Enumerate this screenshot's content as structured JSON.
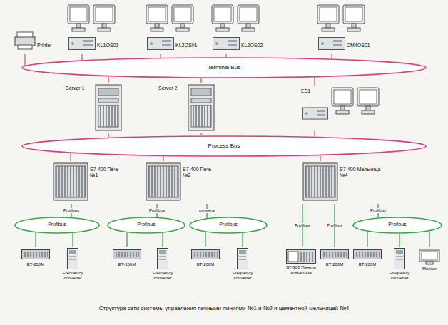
{
  "diagram": {
    "caption": "Структура сети системы управления печными линиями №1 и №2 и цементной мельницей №4",
    "nodes": [
      {
        "text": [
          "Printer"
        ]
      },
      {
        "text": [
          "KL1OS01"
        ]
      },
      {
        "text": [
          "KL2OS01"
        ]
      },
      {
        "text": [
          "KL2OS02"
        ]
      },
      {
        "text": [
          "CM4OS01"
        ]
      },
      {
        "text": [
          "Terminal Bus"
        ]
      },
      {
        "text": [
          "Server 1"
        ]
      },
      {
        "text": [
          "Server 2"
        ]
      },
      {
        "text": [
          "ES1"
        ]
      },
      {
        "text": [
          "Process Bus"
        ]
      },
      {
        "text": [
          "S7-400 Печь №1"
        ]
      },
      {
        "text": [
          "S7-400 Печь №2"
        ]
      },
      {
        "text": [
          "S7-400 Мельница №4"
        ]
      },
      {
        "text": [
          "Profibus"
        ]
      },
      {
        "text": [
          "Profibus"
        ]
      },
      {
        "text": [
          "Profibus"
        ]
      },
      {
        "text": [
          "Profibus"
        ]
      },
      {
        "text": [
          "ET-200M"
        ]
      },
      {
        "text": [
          "Frequency converter"
        ]
      },
      {
        "text": [
          "ET-200M"
        ]
      },
      {
        "text": [
          "Frequency converter"
        ]
      },
      {
        "text": [
          "ET-200M"
        ]
      },
      {
        "text": [
          "Frequency converter"
        ]
      },
      {
        "text": [
          "S7-300 Панель оператора"
        ]
      },
      {
        "text": [
          "ET-200M"
        ]
      },
      {
        "text": [
          "ET-200M"
        ]
      },
      {
        "text": [
          "Frequency converter"
        ]
      },
      {
        "text": [
          "Monitor"
        ]
      }
    ],
    "edges": [
      {
        "from": 0,
        "to": 5,
        "arrow": "none"
      },
      {
        "from": 1,
        "to": 5,
        "arrow": "none"
      },
      {
        "from": 2,
        "to": 5,
        "arrow": "none"
      },
      {
        "from": 3,
        "to": 5,
        "arrow": "none"
      },
      {
        "from": 4,
        "to": 5,
        "arrow": "none"
      },
      {
        "from": 6,
        "to": 5,
        "arrow": "none"
      },
      {
        "from": 7,
        "to": 5,
        "arrow": "none"
      },
      {
        "from": 8,
        "to": 5,
        "arrow": "none"
      },
      {
        "from": 6,
        "to": 9,
        "arrow": "none"
      },
      {
        "from": 7,
        "to": 9,
        "arrow": "none"
      },
      {
        "from": 8,
        "to": 9,
        "arrow": "none"
      },
      {
        "from": 10,
        "to": 9,
        "arrow": "none"
      },
      {
        "from": 11,
        "to": 9,
        "arrow": "none"
      },
      {
        "from": 12,
        "to": 9,
        "arrow": "none"
      },
      {
        "from": 10,
        "to": 13,
        "label": "Profibus",
        "arrow": "none"
      },
      {
        "from": 11,
        "to": 14,
        "label": "Profibus",
        "arrow": "none"
      },
      {
        "from": 11,
        "to": 15,
        "label": "Profibus",
        "arrow": "none"
      },
      {
        "from": 12,
        "to": 23,
        "label": "Profibus",
        "arrow": "none"
      },
      {
        "from": 12,
        "to": 24,
        "label": "Profibus",
        "arrow": "none"
      },
      {
        "from": 12,
        "to": 16,
        "label": "Profibus",
        "arrow": "none"
      },
      {
        "from": 13,
        "to": 17,
        "arrow": "none"
      },
      {
        "from": 13,
        "to": 18,
        "arrow": "none"
      },
      {
        "from": 14,
        "to": 19,
        "arrow": "none"
      },
      {
        "from": 14,
        "to": 20,
        "arrow": "none"
      },
      {
        "from": 15,
        "to": 21,
        "arrow": "none"
      },
      {
        "from": 15,
        "to": 22,
        "arrow": "none"
      },
      {
        "from": 16,
        "to": 25,
        "arrow": "none"
      },
      {
        "from": 16,
        "to": 26,
        "arrow": "none"
      },
      {
        "from": 16,
        "to": 27,
        "arrow": "none"
      }
    ]
  }
}
